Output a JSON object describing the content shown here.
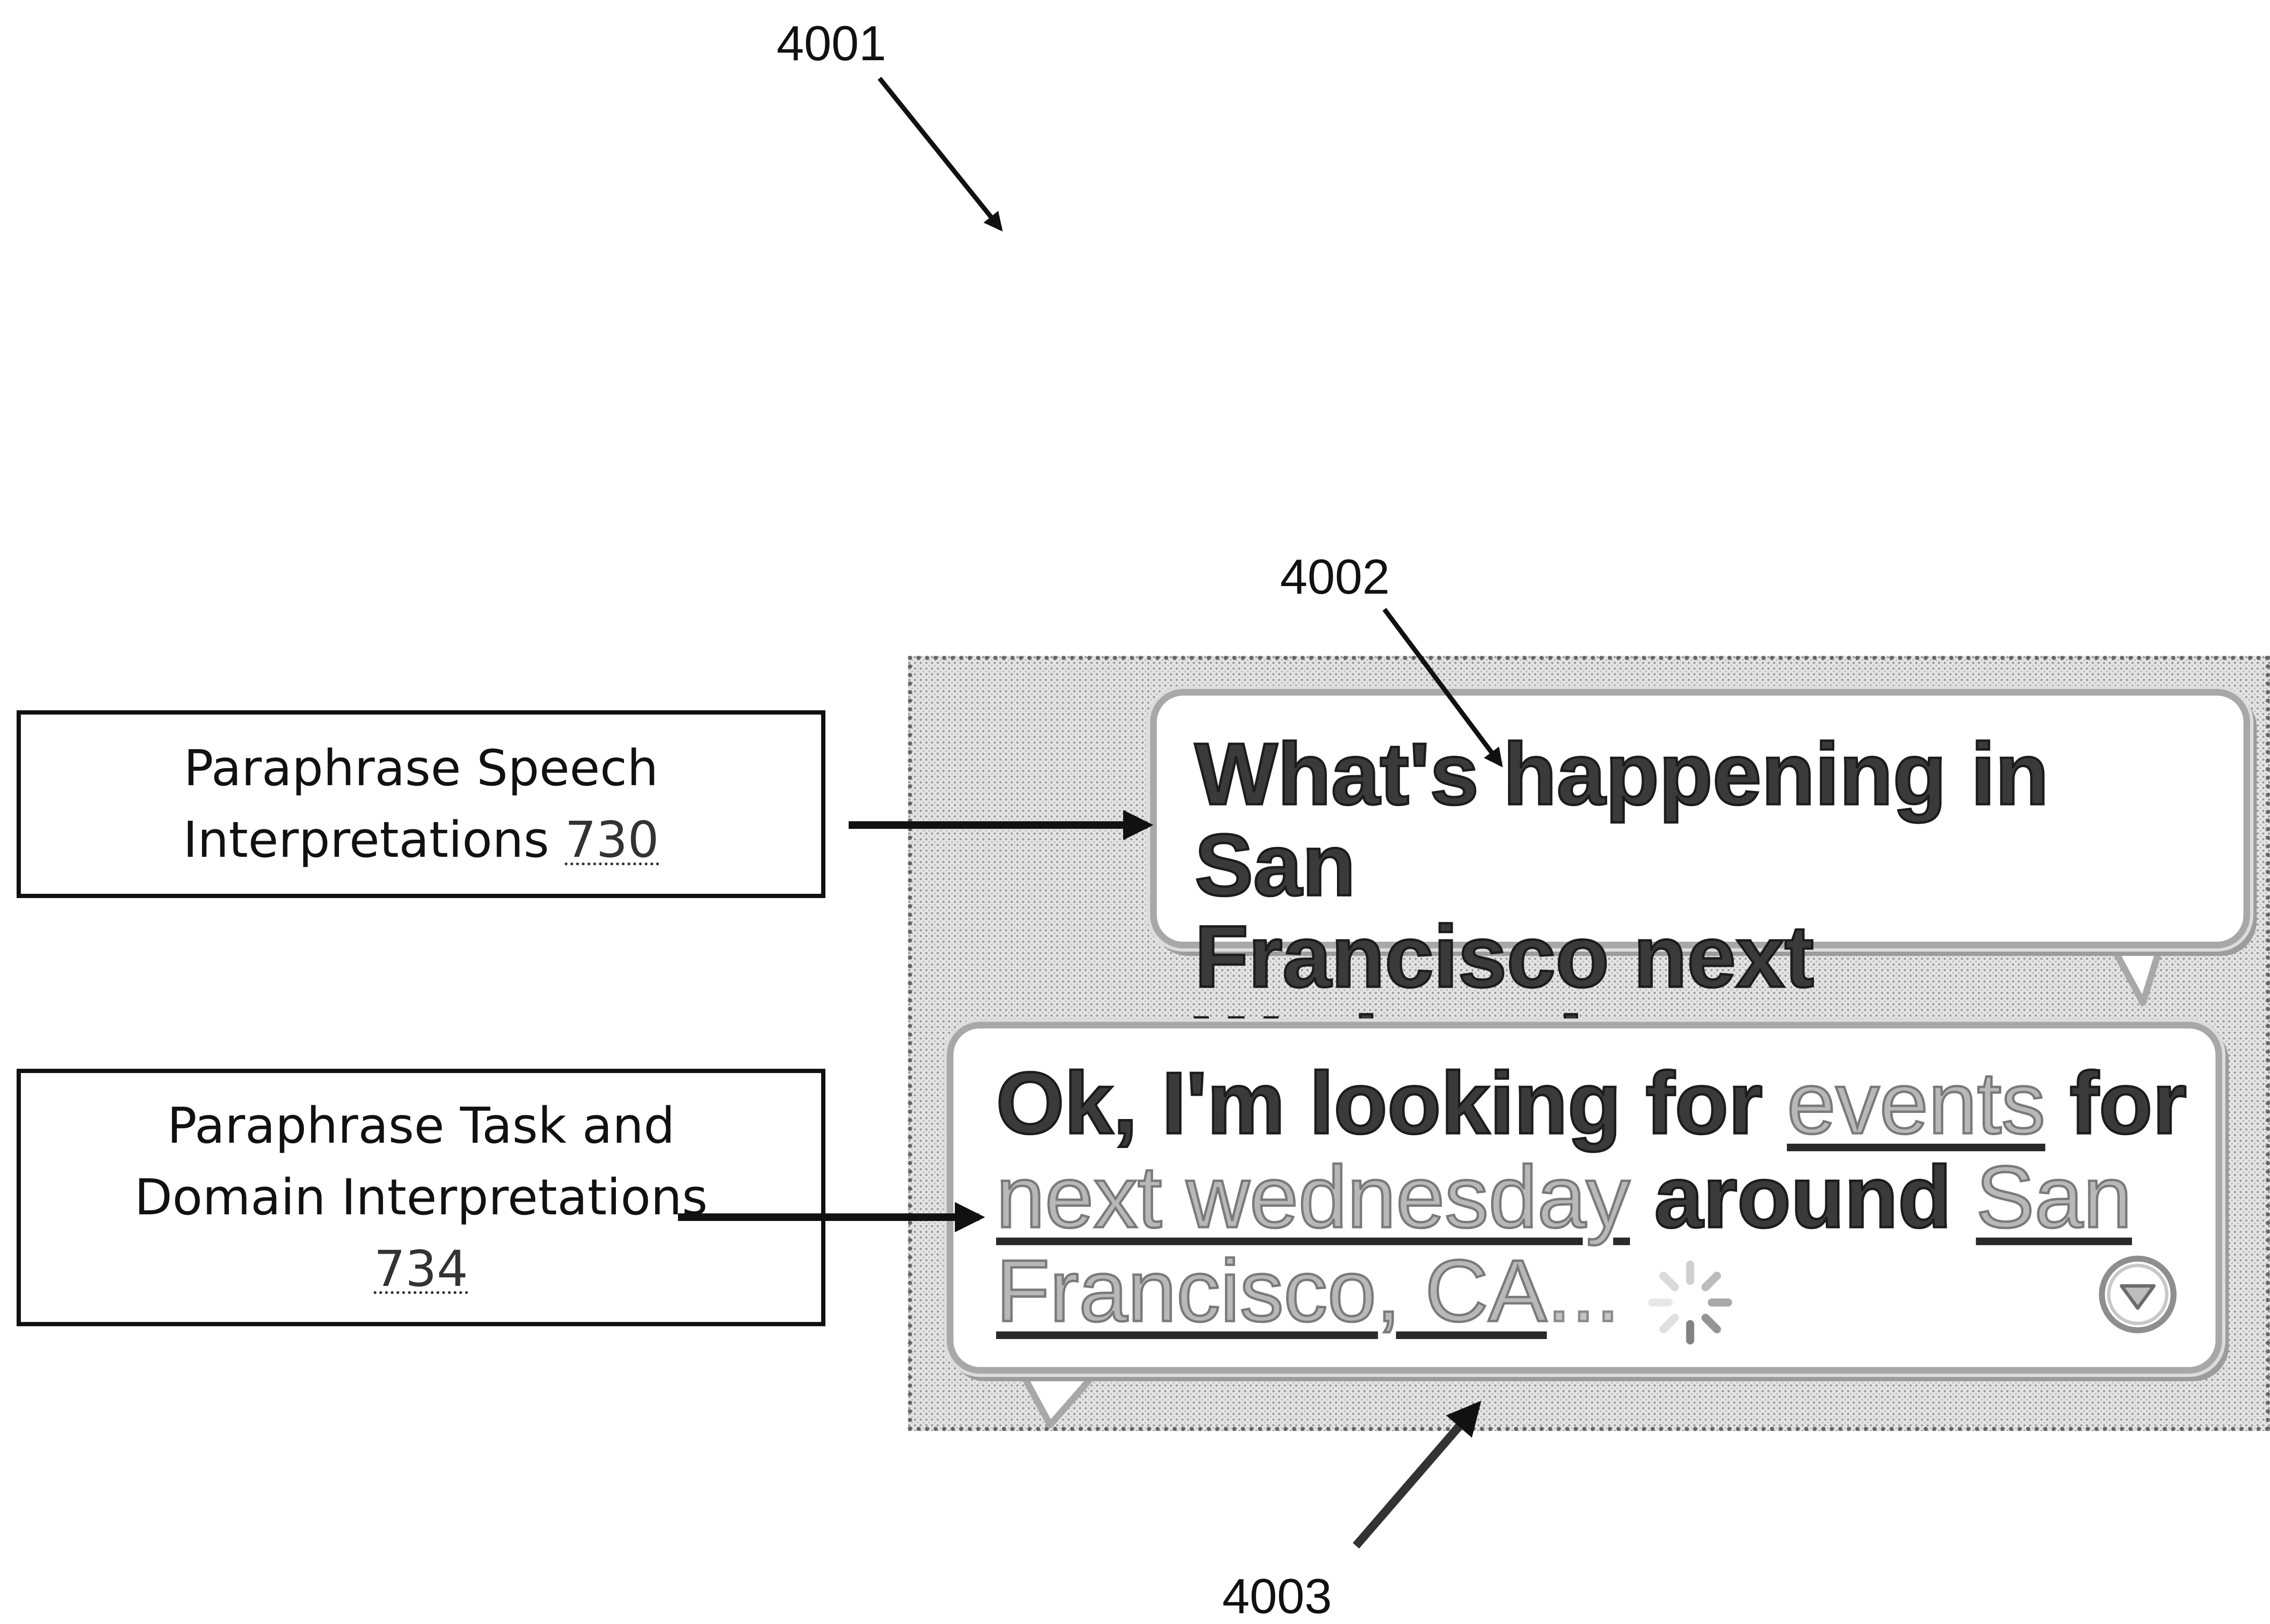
{
  "figure": {
    "refs": {
      "overall": "4001",
      "user_bubble": "4002",
      "assistant_bubble": "4003"
    }
  },
  "labels": {
    "speech": {
      "line1": "Paraphrase Speech",
      "line2": "Interpretations",
      "ref": "730"
    },
    "task": {
      "line1": "Paraphrase Task and",
      "line2": "Domain Interpretations",
      "ref": "734"
    }
  },
  "conversation": {
    "user_utterance": {
      "line1": "What's happening in San",
      "line2": "Francisco next Wednesday"
    },
    "assistant_paraphrase": {
      "prefix": "Ok, I'm looking for ",
      "task_term": "events",
      "connector1": " for",
      "date_term": "next wednesday",
      "connector2": " around ",
      "location_part1": "San",
      "location_part2": "Francisco, CA",
      "ellipsis": "..."
    }
  },
  "icons": {
    "progress": "loading-spinner-icon",
    "more": "disclosure-down-icon"
  }
}
